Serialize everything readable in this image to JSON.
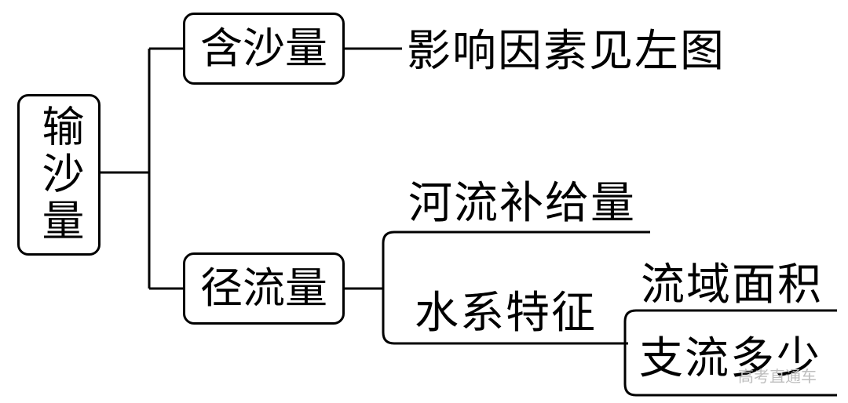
{
  "root": {
    "text": "输沙量"
  },
  "branches": {
    "sediment_content": {
      "label": "含沙量",
      "note": "影响因素见左图"
    },
    "runoff": {
      "label": "径流量",
      "river_supply": "河流补给量",
      "river_system": {
        "label": "水系特征",
        "items": [
          "流域面积",
          "支流多少"
        ]
      }
    }
  },
  "watermark": "高考直通车",
  "colors": {
    "line": "#000000",
    "background": "#ffffff",
    "watermark": "#bdbdbd"
  }
}
